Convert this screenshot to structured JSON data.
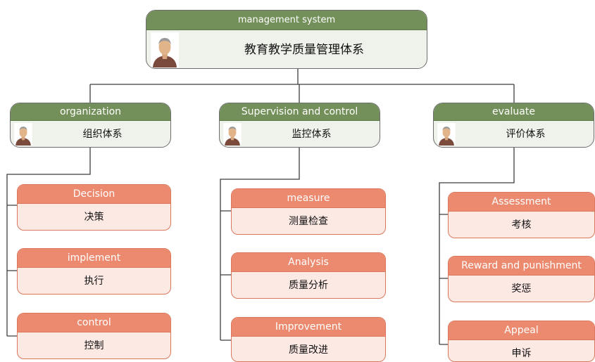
{
  "root": {
    "header": "management system",
    "title": "教育教学质量管理体系"
  },
  "branches": [
    {
      "header": "organization",
      "title": "组织体系",
      "items": [
        {
          "header": "Decision",
          "label": "决策"
        },
        {
          "header": "implement",
          "label": "执行"
        },
        {
          "header": "control",
          "label": "控制"
        }
      ]
    },
    {
      "header": "Supervision and control",
      "title": "监控体系",
      "items": [
        {
          "header": "measure",
          "label": "测量检查"
        },
        {
          "header": "Analysis",
          "label": "质量分析"
        },
        {
          "header": "Improvement",
          "label": "质量改进"
        }
      ]
    },
    {
      "header": "evaluate",
      "title": "评价体系",
      "items": [
        {
          "header": "Assessment",
          "label": "考核"
        },
        {
          "header": "Reward and punishment",
          "label": "奖惩"
        },
        {
          "header": "Appeal",
          "label": "申诉"
        }
      ]
    }
  ],
  "colors": {
    "main_header": "#74905a",
    "main_body": "#eef2ea",
    "leaf_header": "#ec8a6f",
    "leaf_body": "#fde9e4",
    "connector": "#3d3d3d"
  },
  "icons": {
    "avatar": "person-avatar-icon"
  }
}
